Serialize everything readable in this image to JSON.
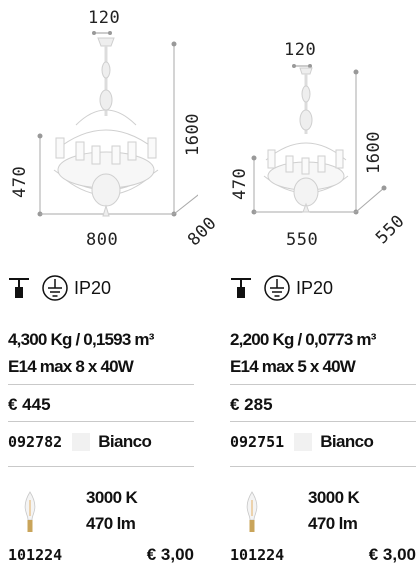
{
  "products": [
    {
      "dims": {
        "top_width": "120",
        "height": "1600",
        "body_height": "470",
        "width": "800",
        "depth": "800"
      },
      "ip_rating": "IP20",
      "weight_volume": "4,300 Kg / 0,1593 m³",
      "socket": "E14 max 8 x 40W",
      "price": "€ 445",
      "code": "092782",
      "finish": "Bianco",
      "finish_color": "#f1f1f1",
      "bulb": {
        "temperature": "3000 K",
        "lumen": "470 lm",
        "code": "101224",
        "price": "€ 3,00"
      }
    },
    {
      "dims": {
        "top_width": "120",
        "height": "1600",
        "body_height": "470",
        "width": "550",
        "depth": "550"
      },
      "ip_rating": "IP20",
      "weight_volume": "2,200 Kg / 0,0773 m³",
      "socket": "E14 max 5 x 40W",
      "price": "€ 285",
      "code": "092751",
      "finish": "Bianco",
      "finish_color": "#f1f1f1",
      "bulb": {
        "temperature": "3000 K",
        "lumen": "470 lm",
        "code": "101224",
        "price": "€ 3,00"
      }
    }
  ],
  "icons": [
    "ceiling-mount-icon",
    "ground-symbol-icon",
    "bulb-icon",
    "chandelier-image"
  ]
}
